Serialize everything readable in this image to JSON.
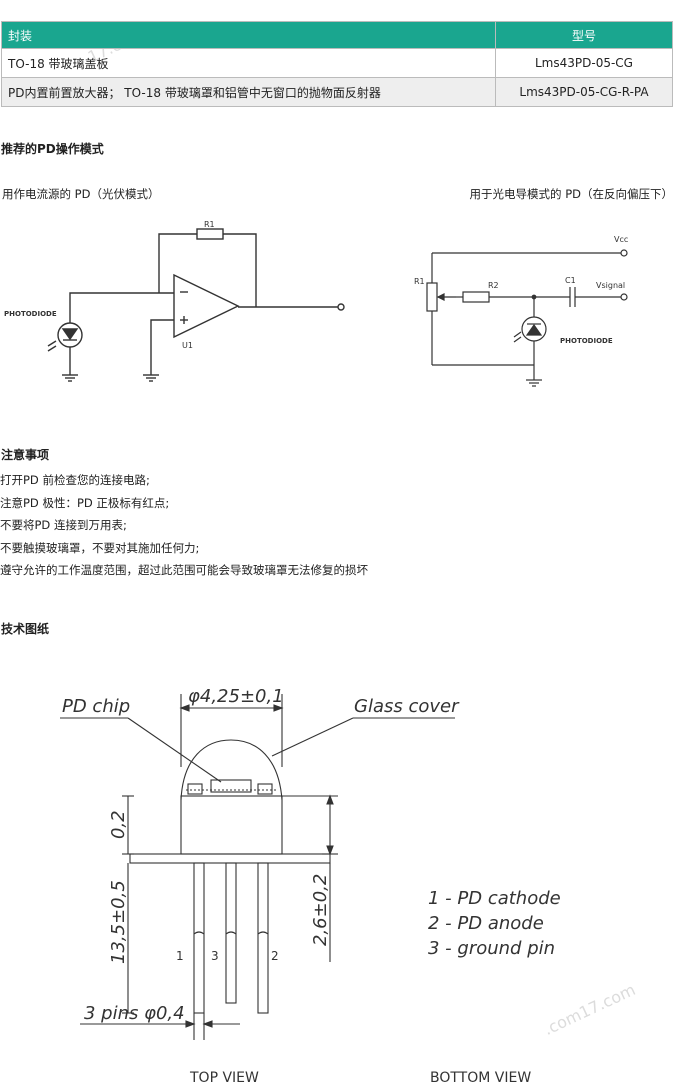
{
  "table": {
    "headers": [
      "封装",
      "型号"
    ],
    "rows": [
      {
        "package": "TO-18 带玻璃盖板",
        "model": "Lms43PD-05-CG"
      },
      {
        "package": "PD内置前置放大器； TO-18 带玻璃罩和铝管中无窗口的抛物面反射器",
        "model": "Lms43PD-05-CG-R-PA"
      }
    ]
  },
  "modes": {
    "title": "推荐的PD操作模式",
    "left_caption": "用作电流源的 PD（光伏模式）",
    "right_caption": "用于光电导模式的 PD（在反向偏压下）",
    "left_circuit": {
      "r1": "R1",
      "u1": "U1",
      "photodiode": "PHOTODIODE"
    },
    "right_circuit": {
      "vcc": "Vcc",
      "vsignal": "Vsignal",
      "r1": "R1",
      "r2": "R2",
      "c1": "C1",
      "photodiode": "PHOTODIODE"
    }
  },
  "notes": {
    "title": "注意事项",
    "items": [
      "打开PD 前检查您的连接电路;",
      "注意PD 极性：PD 正极标有红点;",
      "不要将PD 连接到万用表;",
      "不要触摸玻璃罩，不要对其施加任何力;",
      "遵守允许的工作温度范围，超过此范围可能会导致玻璃罩无法修复的损坏"
    ]
  },
  "drawing": {
    "title": "技术图纸",
    "pd_chip": "PD chip",
    "diameter": "φ4,25±0,1",
    "glass_cover": "Glass cover",
    "dim_02": "0,2",
    "dim_135": "13,5±0,5",
    "dim_26": "2,6±0,2",
    "pins": "3 pins φ0,4",
    "pin_labels": [
      "1",
      "3",
      "2"
    ],
    "legend": [
      "1 - PD cathode",
      "2 - PD anode",
      "3 - ground pin"
    ],
    "top_view": "TOP VIEW",
    "bottom_view": "BOTTOM VIEW"
  },
  "watermarks": [
    "17.com",
    ".com17.com"
  ]
}
